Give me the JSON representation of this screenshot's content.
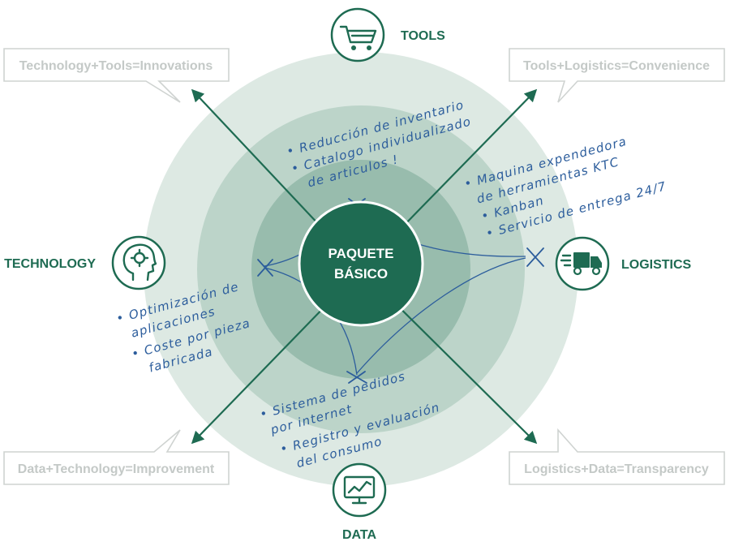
{
  "center": {
    "line1": "PAQUETE",
    "line2": "BÁSICO"
  },
  "nodes": {
    "tools": {
      "label": "TOOLS",
      "icon": "shopping-cart-icon"
    },
    "logistics": {
      "label": "LOGISTICS",
      "icon": "delivery-truck-icon"
    },
    "data": {
      "label": "DATA",
      "icon": "monitor-chart-icon"
    },
    "technology": {
      "label": "TECHNOLOGY",
      "icon": "head-gear-icon"
    }
  },
  "callouts": {
    "top_left": "Technology+Tools=Innovations",
    "top_right": "Tools+Logistics=Convenience",
    "bottom_left": "Data+Technology=Improvement",
    "bottom_right": "Logistics+Data=Transparency"
  },
  "notes": {
    "tools": [
      "• Reducción de inventario",
      "• Catalogo individualizado",
      "de  articulos !"
    ],
    "logistics": [
      "• Maquina expendedora",
      "de herramientas KTC",
      "• Kanban",
      "• Servicio de entrega 24/7"
    ],
    "technology": [
      "• Optimización de",
      "aplicaciones",
      "• Coste por pieza",
      "fabricada"
    ],
    "data": [
      "• Sistema de pedidos",
      "por internet",
      "• Registro y evaluación",
      "del consumo"
    ]
  },
  "colors": {
    "outer_ring": "#dde9e3",
    "middle_ring": "#bcd4c9",
    "inner_ring": "#98bcad",
    "center": "#1e6b52",
    "accent": "#1e6b52",
    "handwriting": "#2c5d9c",
    "callout_text": "#c4c9c7"
  }
}
